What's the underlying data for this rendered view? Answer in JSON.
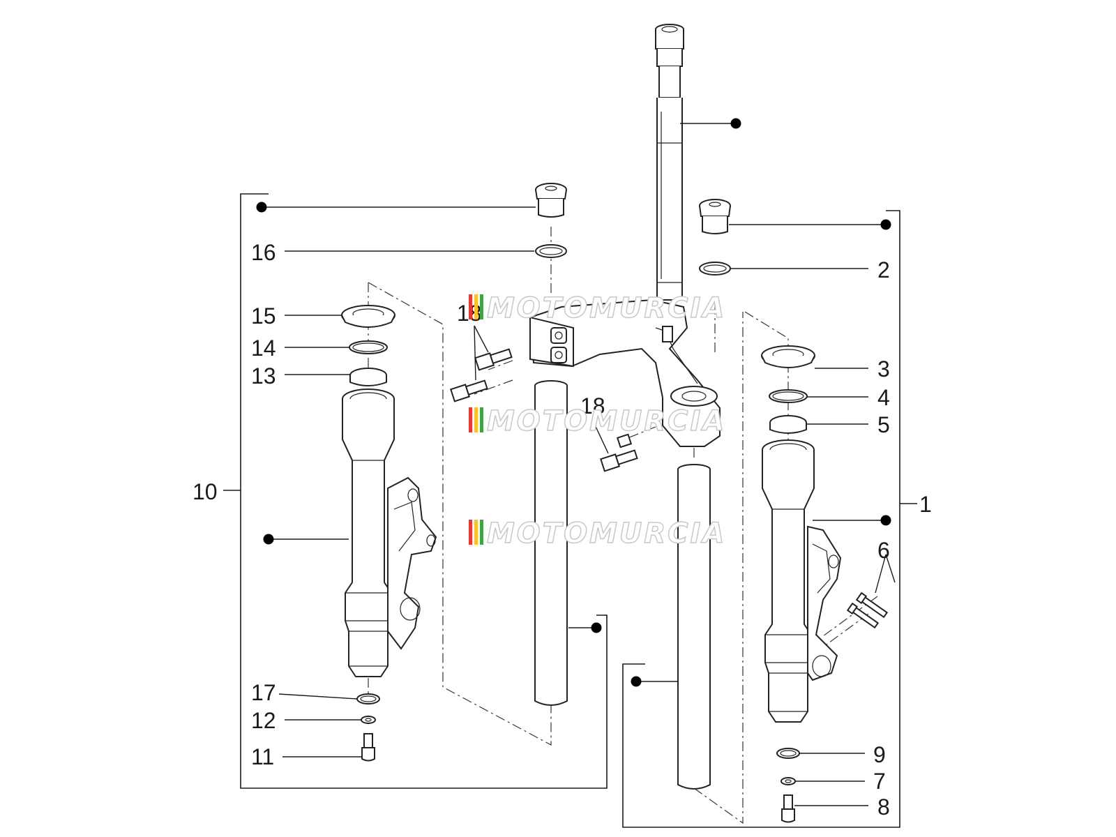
{
  "callouts": [
    "1",
    "2",
    "3",
    "4",
    "5",
    "6",
    "7",
    "8",
    "9",
    "10",
    "11",
    "12",
    "13",
    "14",
    "15",
    "16",
    "17",
    "18",
    "18"
  ],
  "watermark": "MOTOMURCIA",
  "colors": {
    "line": "#1a1a1a",
    "watermark_stripes": [
      "#e53935",
      "#fbc02d",
      "#43a047"
    ]
  }
}
